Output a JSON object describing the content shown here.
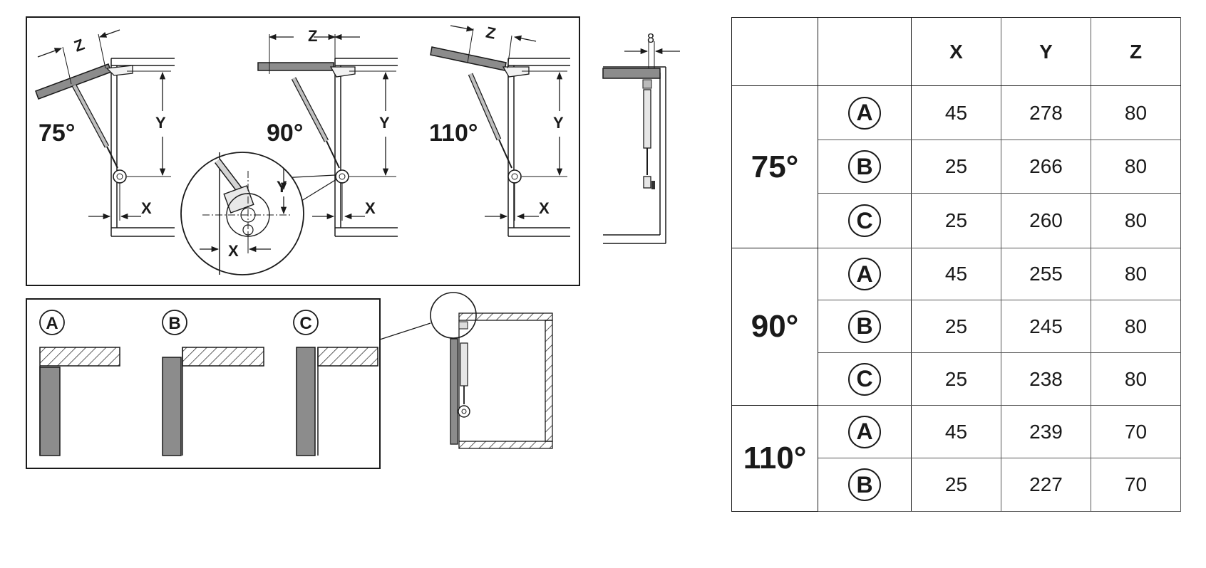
{
  "diagram": {
    "angles": [
      "75°",
      "90°",
      "110°"
    ],
    "dims": {
      "x": "X",
      "y": "Y",
      "z": "Z",
      "side_gap": "8"
    },
    "variants": [
      "A",
      "B",
      "C"
    ]
  },
  "table": {
    "columns": [
      "X",
      "Y",
      "Z"
    ],
    "groups": [
      {
        "angle": "75°",
        "rows": [
          {
            "variant": "A",
            "x": "45",
            "y": "278",
            "z": "80"
          },
          {
            "variant": "B",
            "x": "25",
            "y": "266",
            "z": "80"
          },
          {
            "variant": "C",
            "x": "25",
            "y": "260",
            "z": "80"
          }
        ]
      },
      {
        "angle": "90°",
        "rows": [
          {
            "variant": "A",
            "x": "45",
            "y": "255",
            "z": "80"
          },
          {
            "variant": "B",
            "x": "25",
            "y": "245",
            "z": "80"
          },
          {
            "variant": "C",
            "x": "25",
            "y": "238",
            "z": "80"
          }
        ]
      },
      {
        "angle": "110°",
        "rows": [
          {
            "variant": "A",
            "x": "45",
            "y": "239",
            "z": "70"
          },
          {
            "variant": "B",
            "x": "25",
            "y": "227",
            "z": "70"
          }
        ]
      }
    ]
  }
}
